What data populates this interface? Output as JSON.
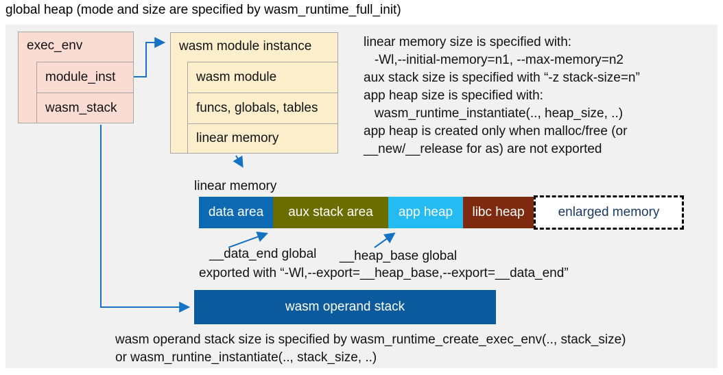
{
  "title": "global heap (mode and size are specified by wasm_runtime_full_init)",
  "colors": {
    "panel_bg": "#f1f1f1",
    "struct_fill": "#fbdcd3",
    "instance_fill": "#fdefcc",
    "box_border": "#a6a6a6",
    "arrow_blue": "#1572c5",
    "operand_fill": "#0b5a9d",
    "enlarged_text": "#1b3a63"
  },
  "exec_env": {
    "title": "exec_env",
    "fields": [
      {
        "label": "module_inst"
      },
      {
        "label": "wasm_stack"
      }
    ]
  },
  "module_instance": {
    "title": "wasm module instance",
    "fields": [
      {
        "label": "wasm module"
      },
      {
        "label": "funcs, globals, tables"
      },
      {
        "label": "linear memory"
      }
    ]
  },
  "notes": {
    "memory_config": [
      "linear memory size is specified with:",
      "   -Wl,--initial-memory=n1, --max-memory=n2",
      "aux stack size is specified with “-z stack-size=n”",
      "app heap size is specified with:",
      "   wasm_runtime_instantiate(.., heap_size, ..)",
      "app heap is created only when malloc/free (or",
      "__new/__release for as) are not exported"
    ]
  },
  "linear_memory": {
    "label": "linear memory",
    "segments": [
      {
        "label": "data area",
        "color": "#0c69b2",
        "text_color": "#ffffff"
      },
      {
        "label": "aux stack area",
        "color": "#6b6d00",
        "text_color": "#ffffff"
      },
      {
        "label": "app heap",
        "color": "#24baf2",
        "text_color": "#ffffff"
      },
      {
        "label": "libc heap",
        "color": "#7e2a0e",
        "text_color": "#ffffff"
      },
      {
        "label": "enlarged memory",
        "color": "#ffffff",
        "text_color": "#1b3a63",
        "style": "dashed"
      }
    ],
    "annotations": {
      "data_end": "__data_end global",
      "heap_base": "__heap_base global",
      "export_note": "exported with “-Wl,--export=__heap_base,--export=__data_end”"
    }
  },
  "operand_stack": {
    "label": "wasm operand stack",
    "notes": [
      "wasm operand stack size is specified by wasm_runtime_create_exec_env(.., stack_size)",
      "or wasm_runtine_instantiate(.., stack_size, ..)"
    ]
  }
}
